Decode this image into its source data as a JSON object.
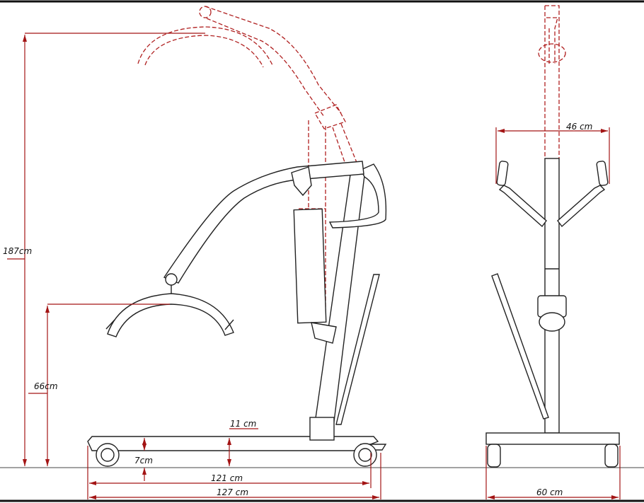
{
  "diagram": {
    "subject": "patient-lift-dimensions",
    "colors": {
      "dimension": "#a31515",
      "outline": "#222222",
      "ghost": "#b02020"
    },
    "side_view": {
      "dimensions": {
        "max_height": "187cm",
        "min_spreader_height": "66cm",
        "base_clearance": "11 cm",
        "base_height": "7cm",
        "wheelbase": "121 cm",
        "overall_length": "127 cm"
      }
    },
    "front_view": {
      "dimensions": {
        "handle_width": "46 cm",
        "base_width": "60 cm"
      }
    }
  }
}
